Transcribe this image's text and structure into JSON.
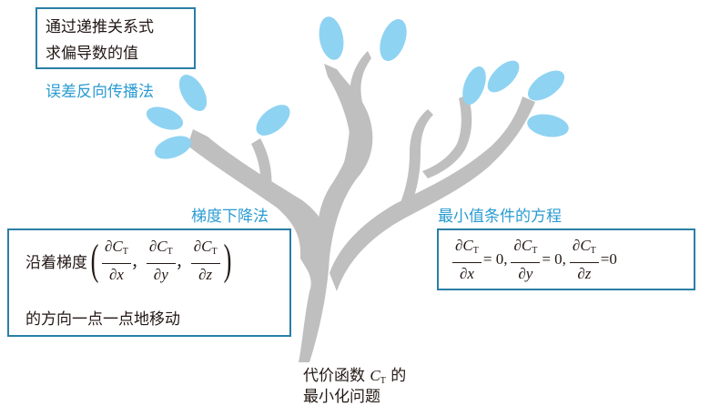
{
  "top_box": {
    "line1": "通过递推关系式",
    "line2": "求偏导数的值"
  },
  "backprop_label": "误差反向传播法",
  "gradient_label": "梯度下降法",
  "min_cond_label": "最小值条件的方程",
  "left_box": {
    "prefix": "沿着梯度",
    "partial": "∂",
    "C": "C",
    "T": "T",
    "den_x": "∂x",
    "den_y": "∂y",
    "den_z": "∂z",
    "sep": "，",
    "suffix": "的方向一点一点地移动"
  },
  "right_box": {
    "partial": "∂",
    "C": "C",
    "T": "T",
    "den_x": "∂x",
    "den_y": "∂y",
    "den_z": "∂z",
    "eq0_1": "= 0,",
    "eq0_2": "= 0,",
    "eq0_3": "=0"
  },
  "bottom_label": {
    "line1_a": "代价函数",
    "C": "C",
    "T": "T",
    "line1_b": "的",
    "line2": "最小化问题"
  },
  "colors": {
    "trunk": "#bfbfbf",
    "leaf": "#8fd3f2",
    "box_border": "#2a7fa4",
    "label_blue": "#2a9bd2"
  }
}
